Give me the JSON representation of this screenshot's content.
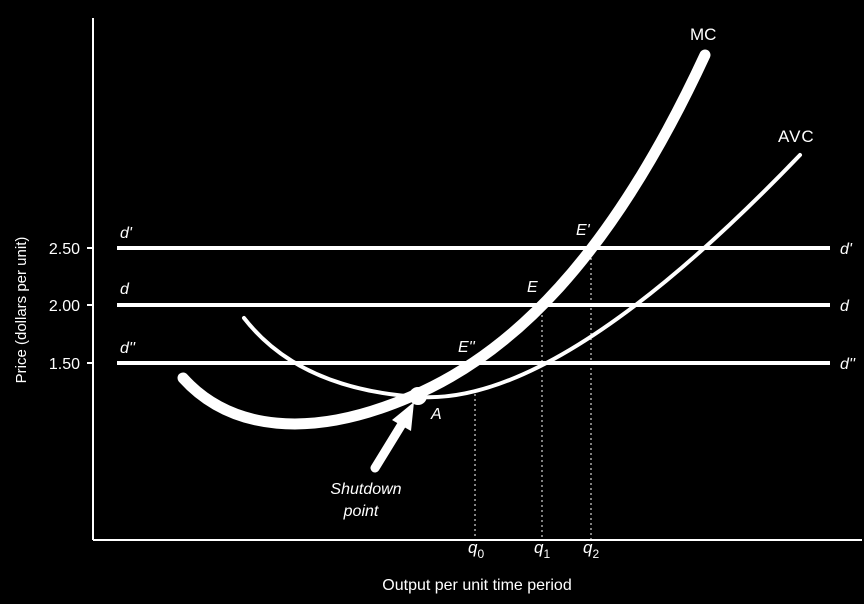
{
  "chart_data": {
    "type": "line",
    "xlabel": "Output per unit time period",
    "ylabel": "Price (dollars per unit)",
    "y_ticks": [
      "1.50",
      "2.00",
      "2.50"
    ],
    "x_ticks": [
      {
        "main": "q",
        "sub": "0"
      },
      {
        "main": "q",
        "sub": "1"
      },
      {
        "main": "q",
        "sub": "2"
      }
    ],
    "price_lines": [
      {
        "left_label": "d'",
        "right_label": "d'"
      },
      {
        "left_label": "d",
        "right_label": "d"
      },
      {
        "left_label": "d''",
        "right_label": "d''"
      }
    ],
    "curves": [
      {
        "name": "MC",
        "label": "MC"
      },
      {
        "name": "AVC",
        "label": "AVC"
      }
    ],
    "points": [
      {
        "name": "E'",
        "label": "E'"
      },
      {
        "name": "E",
        "label": "E"
      },
      {
        "name": "E''",
        "label": "E''"
      },
      {
        "name": "A",
        "label": "A"
      }
    ],
    "annotation": {
      "line1": "Shutdown",
      "line2": "point"
    },
    "axes": {
      "line_color": "#ffffff",
      "background": "#000000"
    }
  }
}
